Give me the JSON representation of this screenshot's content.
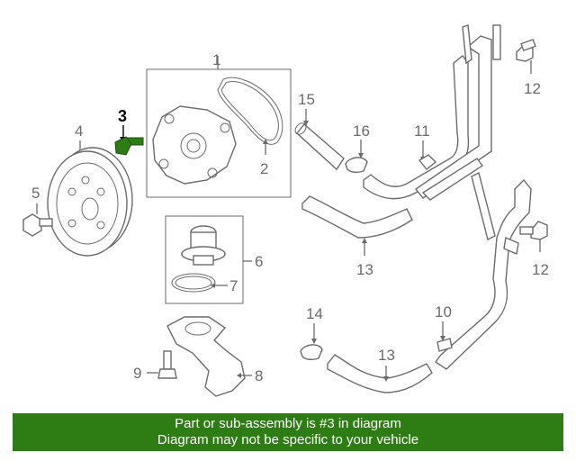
{
  "callouts": {
    "c1": "1",
    "c2": "2",
    "c3": "3",
    "c4": "4",
    "c5": "5",
    "c6": "6",
    "c7": "7",
    "c8": "8",
    "c9": "9",
    "c10": "10",
    "c11": "11",
    "c12a": "12",
    "c12b": "12",
    "c13a": "13",
    "c13b": "13",
    "c14": "14",
    "c15": "15",
    "c16": "16"
  },
  "highlight": {
    "part_number": "3",
    "color": "#2e7d14"
  },
  "banner": {
    "line1": "Part or sub-assembly is #3 in diagram",
    "line2": "Diagram may not be specific to your vehicle",
    "background": "#2e7d14"
  }
}
